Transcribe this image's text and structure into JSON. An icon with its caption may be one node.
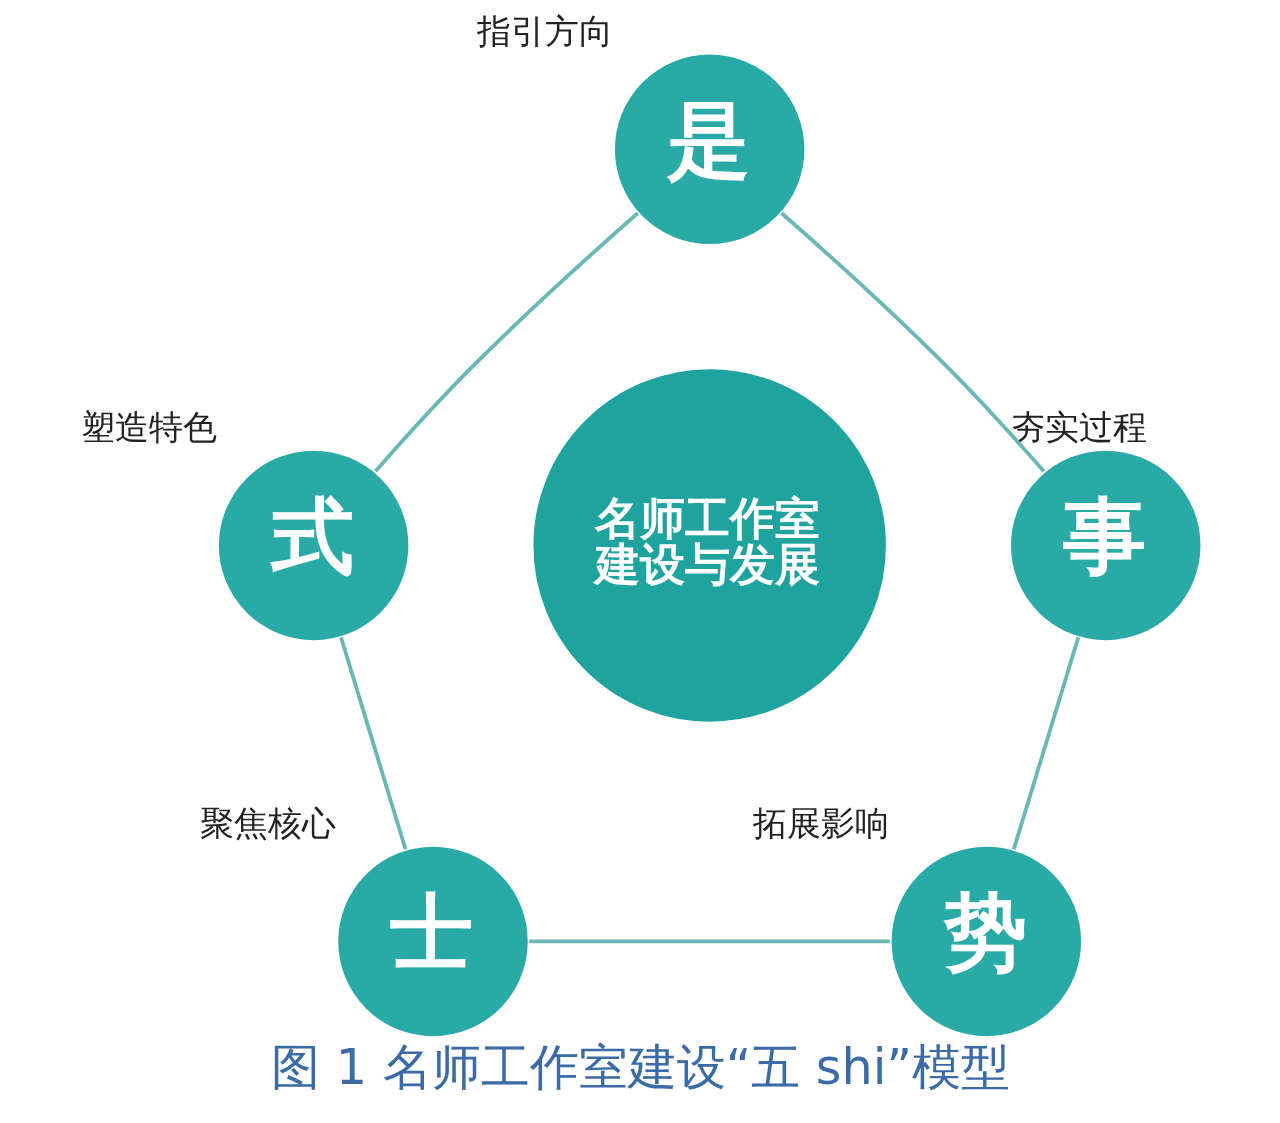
{
  "diagram": {
    "caption": "图 1 名师工作室建设“五 shi”模型",
    "nodes": [
      {
        "text": [
          "是"
        ],
        "beside": [
          "指引方向"
        ]
      },
      {
        "text": [
          "式"
        ],
        "beside": [
          "塑造特色"
        ]
      },
      {
        "text": [
          "名师工作室建设与发展"
        ]
      },
      {
        "text": [
          "事"
        ],
        "beside": [
          "夯实过程"
        ]
      },
      {
        "text": [
          "士"
        ],
        "beside": [
          "聚焦核心"
        ]
      },
      {
        "text": [
          "势"
        ],
        "beside": [
          "拓展影响"
        ]
      }
    ],
    "edges": [
      {
        "from": 0,
        "to": 3,
        "arrow": "none"
      },
      {
        "from": 0,
        "to": 1,
        "arrow": "none"
      },
      {
        "from": 3,
        "to": 5,
        "arrow": "none"
      },
      {
        "from": 1,
        "to": 4,
        "arrow": "none"
      },
      {
        "from": 4,
        "to": 5,
        "arrow": "none"
      }
    ]
  }
}
